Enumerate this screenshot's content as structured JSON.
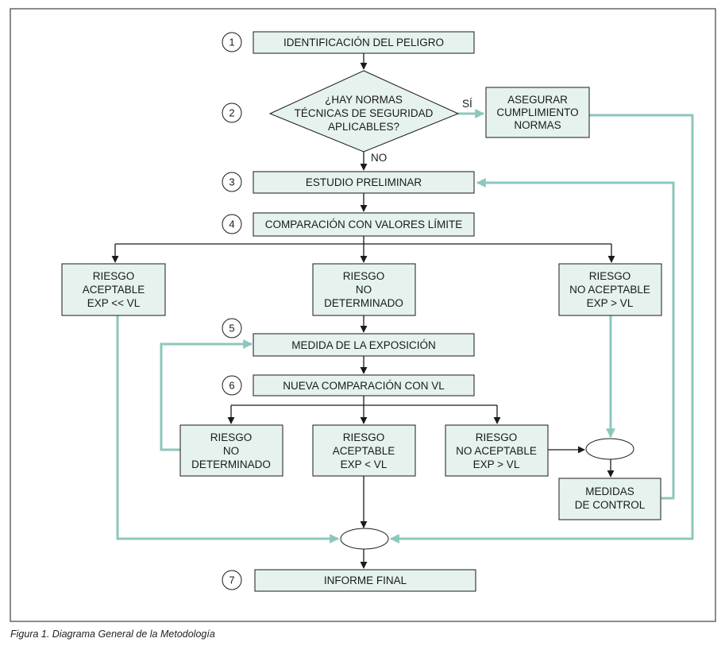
{
  "steps": {
    "s1": {
      "num": "1",
      "label": "IDENTIFICACIÓN DEL PELIGRO"
    },
    "s2": {
      "num": "2",
      "lines": [
        "¿HAY NORMAS",
        "TÉCNICAS DE SEGURIDAD",
        "APLICABLES?"
      ]
    },
    "s3": {
      "num": "3",
      "label": "ESTUDIO PRELIMINAR"
    },
    "s4": {
      "num": "4",
      "label": "COMPARACIÓN CON VALORES LÍMITE"
    },
    "s5": {
      "num": "5",
      "label": "MEDIDA DE LA EXPOSICIÓN"
    },
    "s6": {
      "num": "6",
      "label": "NUEVA COMPARACIÓN CON VL"
    },
    "s7": {
      "num": "7",
      "label": "INFORME FINAL"
    }
  },
  "labels": {
    "yes": "SÍ",
    "no": "NO"
  },
  "asegurar": [
    "ASEGURAR",
    "CUMPLIMIENTO",
    "NORMAS"
  ],
  "riesgo_aceptable_1": [
    "RIESGO",
    "ACEPTABLE",
    "EXP << VL"
  ],
  "riesgo_nodet_1": [
    "RIESGO",
    "NO",
    "DETERMINADO"
  ],
  "riesgo_noacept_1": [
    "RIESGO",
    "NO ACEPTABLE",
    "EXP > VL"
  ],
  "riesgo_nodet_2": [
    "RIESGO",
    "NO",
    "DETERMINADO"
  ],
  "riesgo_aceptable_2": [
    "RIESGO",
    "ACEPTABLE",
    "EXP < VL"
  ],
  "riesgo_noacept_2": [
    "RIESGO",
    "NO ACEPTABLE",
    "EXP > VL"
  ],
  "medidas": [
    "MEDIDAS",
    "DE CONTROL"
  ],
  "caption": "Figura 1. Diagrama General de la Metodología",
  "colors": {
    "box_fill": "#e5f2ee",
    "feedback_arrow": "#8cc7bc",
    "line": "#1a1a1a"
  }
}
